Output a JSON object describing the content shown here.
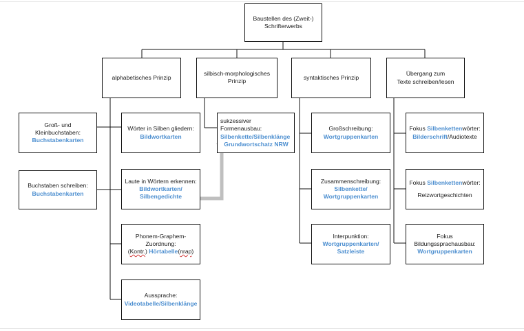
{
  "root": {
    "line1": "Baustellen des (Zweit-)",
    "line2": "Schrifterwerbs"
  },
  "level1": {
    "alphabetic": "alphabetisches Prinzip",
    "morph_l1": "silbisch-morphologisches",
    "morph_l2": "Prinzip",
    "syntax": "syntaktisches Prinzip",
    "transition_l1": "Übergang zum",
    "transition_l2": "Texte schreiben/lesen"
  },
  "left": {
    "gk_title": "Groß- und Kleinbuchstaben:",
    "gk_sub": "Buchstabenkarten",
    "bs_title": "Buchstaben schreiben:",
    "bs_sub": "Buchstabenkarten"
  },
  "alpha": {
    "silben_title": "Wörter in Silben gliedern:",
    "silben_sub": "Bildwortkarten",
    "laute_title": "Laute in Wörtern erkennen:",
    "laute_sub1": "Bildwortkarten/",
    "laute_sub2": "Silbengedichte",
    "pg_l1": "Phonem-Graphem-",
    "pg_l2": "Zuordnung:",
    "pg_a": "(",
    "pg_b": "Kontr.",
    "pg_c": ") ",
    "pg_d": "Hörtabelle",
    "pg_e": "(",
    "pg_f": "nrap",
    "pg_g": ")",
    "aus_title": "Aussprache:",
    "aus_sub": "Videotabelle/Silbenklänge"
  },
  "morph": {
    "title": "sukzessiver Formenausbau:",
    "sub1": "Silbenkette/Silbenklänge",
    "sub2": "Grundwortschatz NRW"
  },
  "syntax": {
    "gross_title": "Großschreibung:",
    "gross_sub": "Wortgruppenkarten",
    "zus_title": "Zusammenschreibung:",
    "zus_sub1": "Silbenkette/",
    "zus_sub2": "Wortgruppenkarten",
    "int_title": "Interpunktion:",
    "int_sub1": "Wortgruppenkarten/",
    "int_sub2": "Satzleiste"
  },
  "transition": {
    "f1_a": "Fokus ",
    "f1_b": "Silbenketten",
    "f1_c": "wörter:",
    "f1_d": "Bilderschrift",
    "f1_e": "/Audiotexte",
    "f2_a": "Fokus ",
    "f2_b": "Silbenketten",
    "f2_c": "wörter:",
    "f2_d": "Reizwortgeschichten",
    "f3_l1": "Fokus",
    "f3_l2": "Bildungssprachausbau:",
    "f3_sub": "Wortgruppenkarten"
  },
  "colors": {
    "accent": "#4d8fd0",
    "arrow": "#bfbfbf",
    "border": "#111111"
  }
}
